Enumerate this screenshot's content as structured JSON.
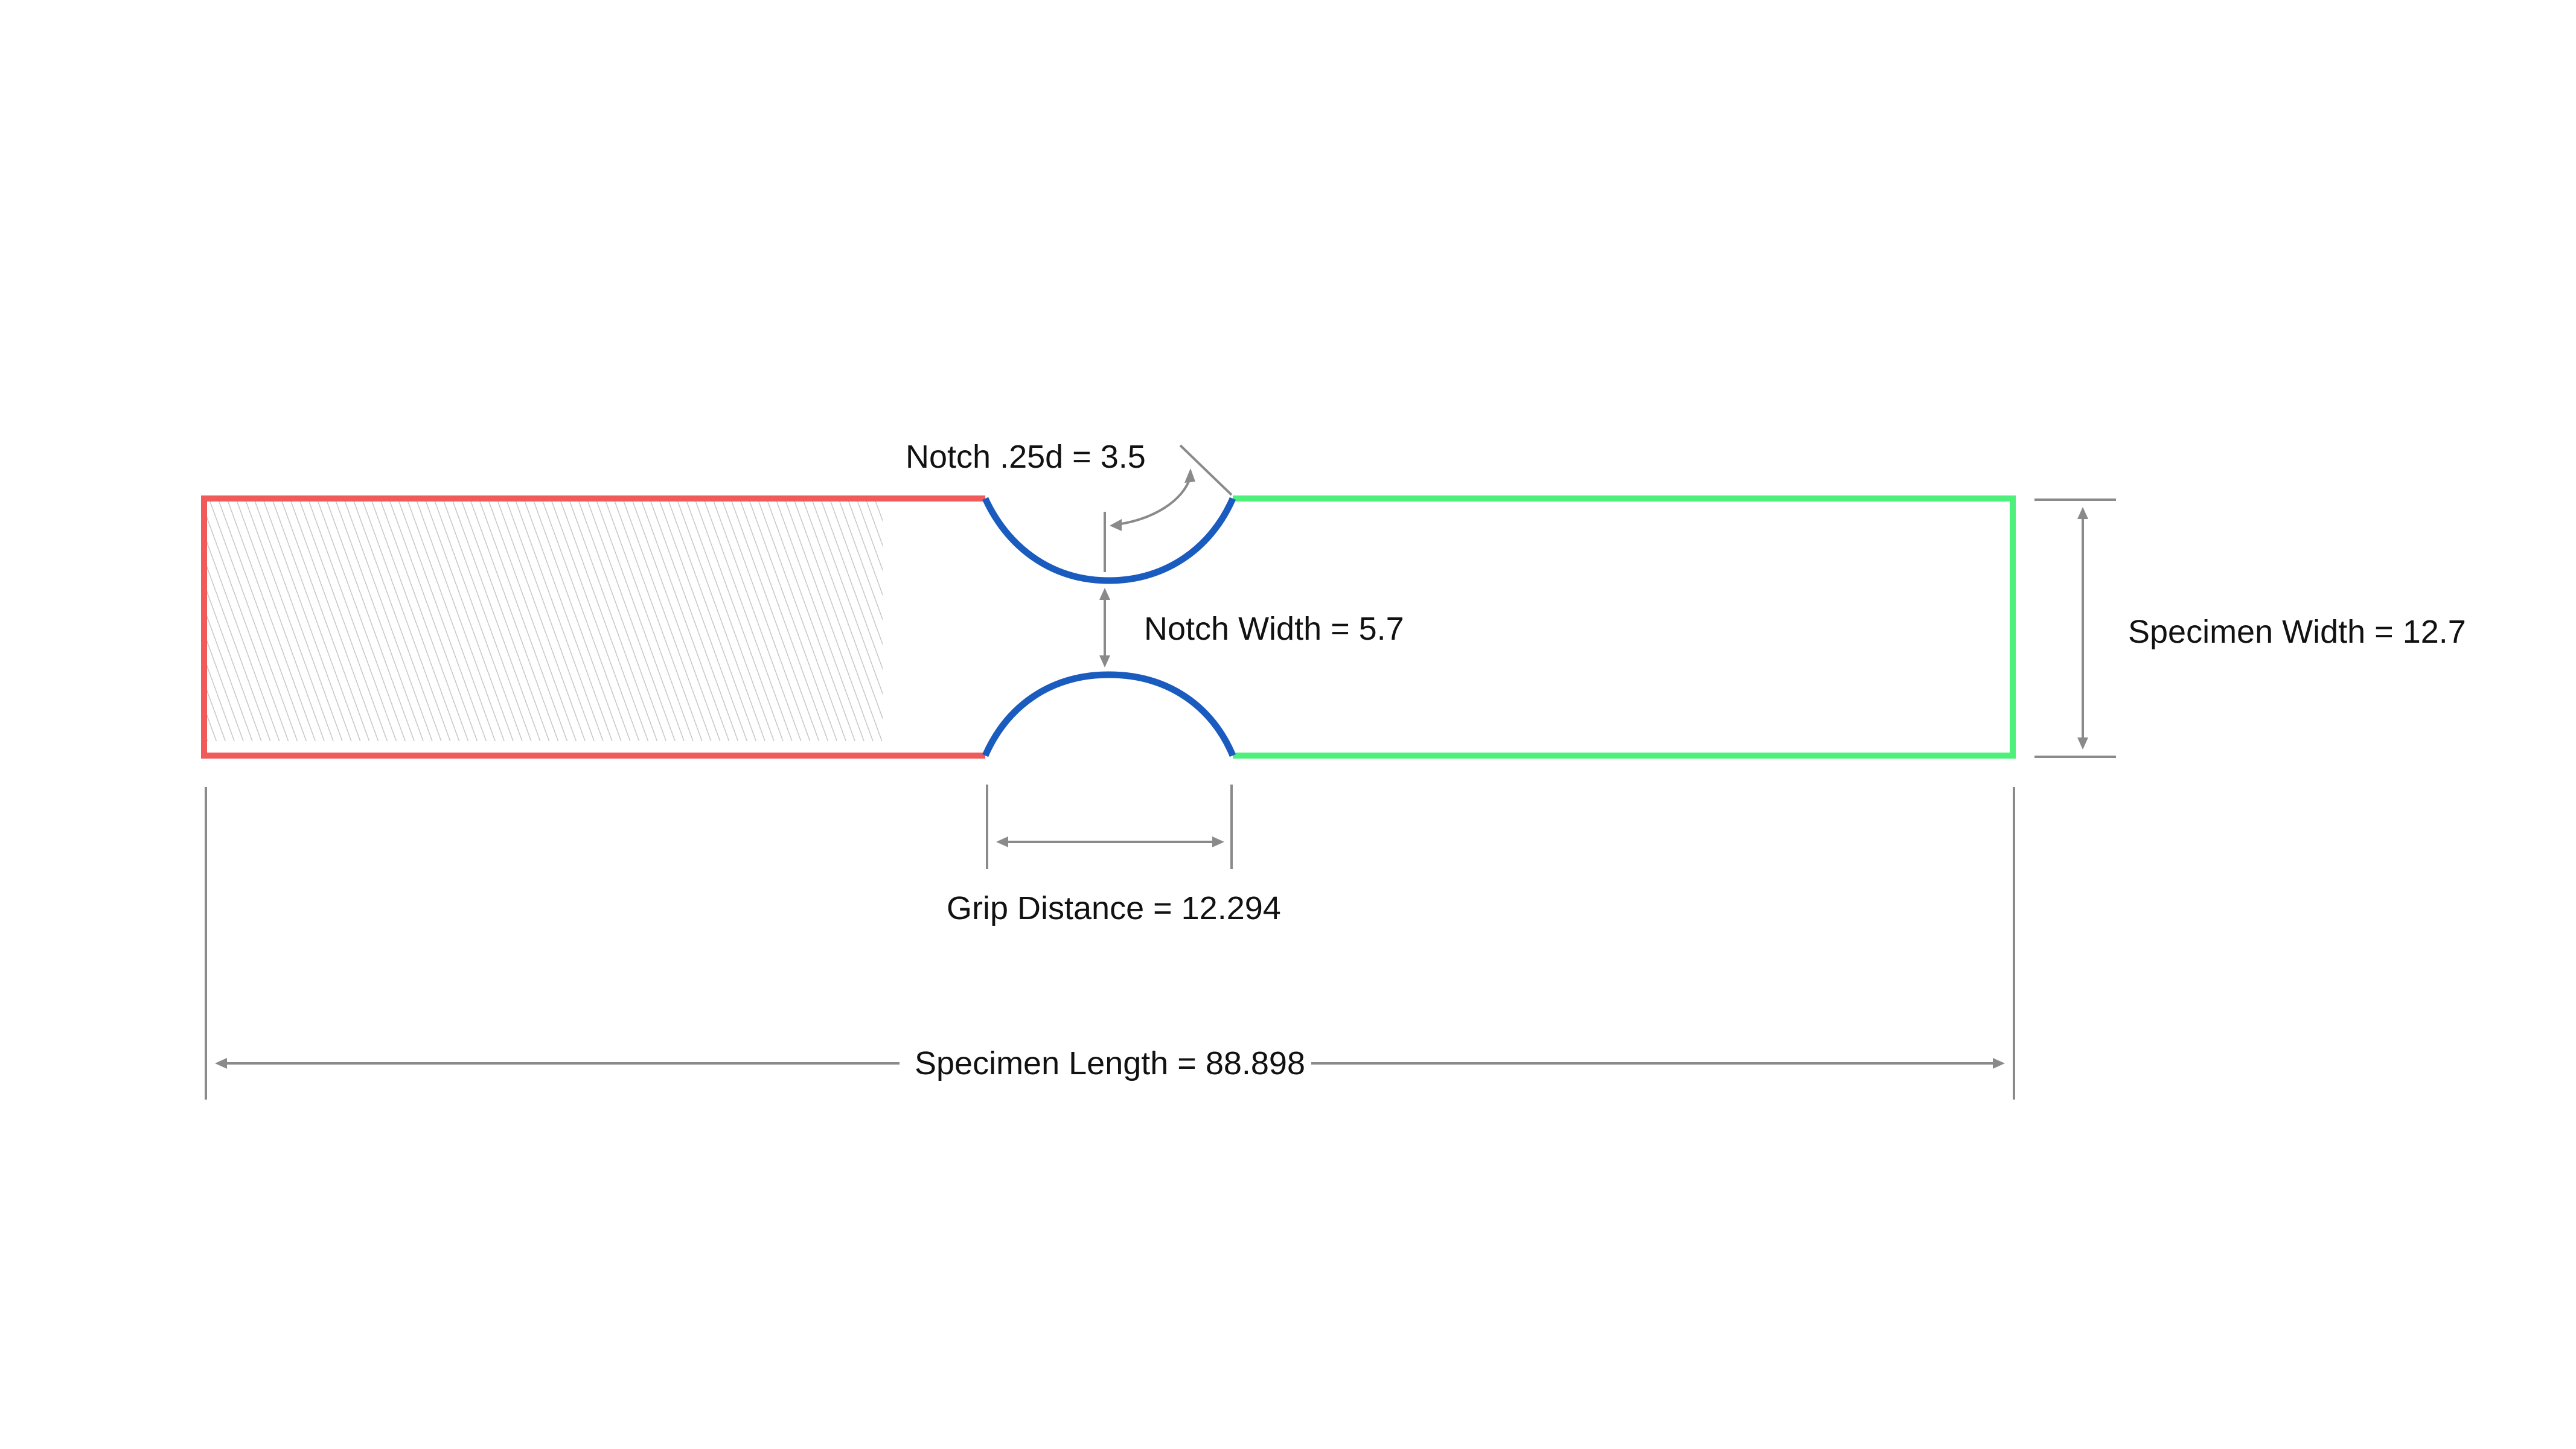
{
  "labels": {
    "notch_radius": "Notch .25d = 3.5",
    "notch_width": "Notch Width = 5.7",
    "specimen_width": "Specimen Width = 12.7",
    "grip_distance": "Grip Distance = 12.294",
    "specimen_length": "Specimen Length = 88.898"
  },
  "colors": {
    "grip_outline": "#f05a5a",
    "notch_outline": "#1a5bbf",
    "free_outline": "#4cf07a",
    "dimension_line": "#8a8a8a",
    "hatch": "#9a9a9a",
    "text": "#111111"
  }
}
